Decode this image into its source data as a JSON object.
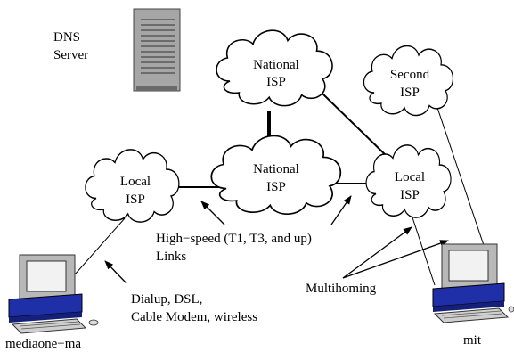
{
  "dns_server": {
    "line1": "DNS",
    "line2": "Server"
  },
  "clouds": {
    "national_top": {
      "line1": "National",
      "line2": "ISP"
    },
    "national_mid": {
      "line1": "National",
      "line2": "ISP"
    },
    "local_left": {
      "line1": "Local",
      "line2": "ISP"
    },
    "local_right": {
      "line1": "Local",
      "line2": "ISP"
    },
    "second_isp": {
      "line1": "Second",
      "line2": "ISP"
    }
  },
  "annotations": {
    "highspeed_line1": "High−speed (T1, T3, and up)",
    "highspeed_line2": "Links",
    "dialup_line1": "Dialup, DSL,",
    "dialup_line2": "Cable Modem, wireless",
    "multihoming": "Multihoming"
  },
  "hosts": {
    "left": "mediaone−ma",
    "right": "mit"
  },
  "colors": {
    "computer_base": "#1f2fa8",
    "server": "#999999"
  }
}
